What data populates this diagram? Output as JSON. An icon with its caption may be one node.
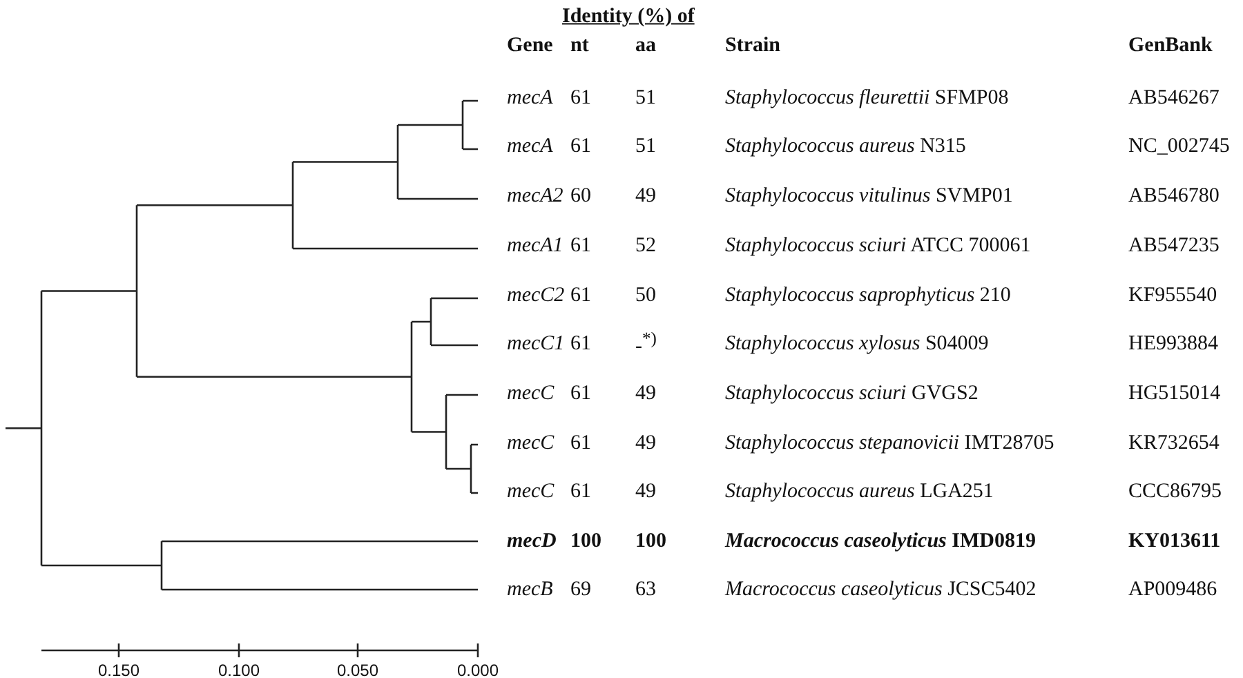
{
  "diagram": {
    "labels": [
      "Identity (%) of",
      "Gene",
      "nt",
      "aa",
      "Strain",
      "GenBank",
      "mecA",
      "61",
      "51",
      "*Staphylococcus fleurettii* SFMP08",
      "AB546267",
      "mecA",
      "61",
      "51",
      "*Staphylococcus aureus* N315",
      "NC_002745",
      "mecA2",
      "60",
      "49",
      "*Staphylococcus vitulinus* SVMP01",
      "AB546780",
      "mecA1",
      "61",
      "52",
      "*Staphylococcus sciuri* ATCC 700061",
      "AB547235",
      "mecC2",
      "61",
      "50",
      "*Staphylococcus saprophyticus* 210",
      "KF955540",
      "mecC1",
      "61",
      "-$^{*)}$",
      "*Staphylococcus xylosus* S04009",
      "HE993884",
      "mecC",
      "61",
      "49",
      "*Staphylococcus sciuri* GVGS2",
      "HG515014",
      "mecC",
      "61",
      "49",
      "*Staphylococcus stepanovicii* IMT28705",
      "KR732654",
      "mecC",
      "61",
      "49",
      "*Staphylococcus aureus* LGA251",
      "CCC86795",
      "**mecD**",
      "**100**",
      "**100**",
      "***Macrococcus caseolyticus* IMD0819**",
      "**KY013611**",
      "mecB",
      "69",
      "63",
      "*Macrococcus caseolyticus* JCSC5402",
      "AP009486",
      "0.150",
      "0.100",
      "0.050",
      "0.000"
    ]
  }
}
